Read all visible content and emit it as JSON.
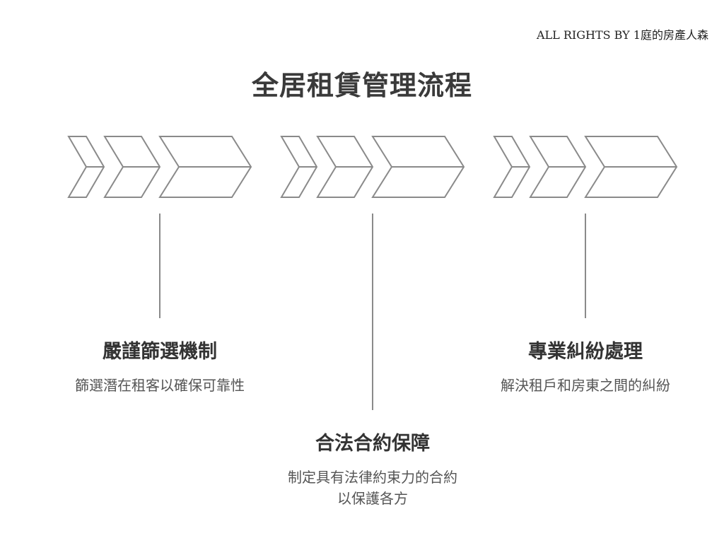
{
  "copyright": "ALL RIGHTS BY 1庭的房產人森",
  "title": "全居租賃管理流程",
  "steps": [
    {
      "heading": "嚴謹篩選機制",
      "description": "篩選潛在租客以確保可靠性"
    },
    {
      "heading": "合法合約保障",
      "description": "制定具有法律約束力的合約以保護各方"
    },
    {
      "heading": "專業糾紛處理",
      "description": "解決租戶和房東之間的糾紛"
    }
  ],
  "colors": {
    "stroke": "#8a8a8a",
    "text": "#333333"
  }
}
